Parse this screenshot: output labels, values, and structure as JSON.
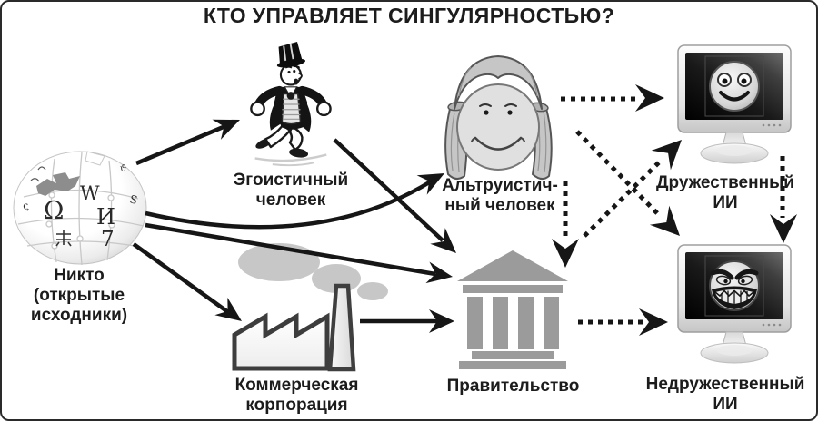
{
  "title": "КТО УПРАВЛЯЕТ СИНГУЛЯРНОСТЬЮ?",
  "nodes": {
    "wikipedia": {
      "icon": "wikipedia-globe",
      "label": "Никто\n(открытые\nисходники)"
    },
    "selfish_person": {
      "icon": "rich-man-running",
      "label": "Эгоистичный\nчеловек"
    },
    "altruistic_person": {
      "icon": "woman-face",
      "label": "Альтруистич-\nный человек"
    },
    "corporation": {
      "icon": "factory",
      "label": "Коммерческая\nкорпорация"
    },
    "government": {
      "icon": "government-building",
      "label": "Правительство"
    },
    "friendly_ai": {
      "icon": "smiley-face-monitor",
      "label": "Дружественный\nИИ"
    },
    "unfriendly_ai": {
      "icon": "evil-face-monitor",
      "label": "Недружественный\nИИ"
    }
  },
  "edges": [
    {
      "from": "wikipedia",
      "to": "selfish_person",
      "style": "solid"
    },
    {
      "from": "wikipedia",
      "to": "altruistic_person",
      "style": "solid"
    },
    {
      "from": "wikipedia",
      "to": "government",
      "style": "solid"
    },
    {
      "from": "wikipedia",
      "to": "corporation",
      "style": "solid"
    },
    {
      "from": "selfish_person",
      "to": "government",
      "style": "solid"
    },
    {
      "from": "corporation",
      "to": "government",
      "style": "solid"
    },
    {
      "from": "altruistic_person",
      "to": "friendly_ai",
      "style": "dotted"
    },
    {
      "from": "altruistic_person",
      "to": "government",
      "style": "dotted"
    },
    {
      "from": "altruistic_person",
      "to": "unfriendly_ai",
      "style": "dotted"
    },
    {
      "from": "government",
      "to": "friendly_ai",
      "style": "dotted"
    },
    {
      "from": "government",
      "to": "unfriendly_ai",
      "style": "dotted"
    },
    {
      "from": "friendly_ai",
      "to": "unfriendly_ai",
      "style": "dotted"
    }
  ],
  "colors": {
    "ink": "#161616",
    "building_gray": "#9b9b9b",
    "cloud_gray": "#c7c7c7",
    "hair_gray": "#c6c6c6",
    "background": "#ffffff"
  }
}
